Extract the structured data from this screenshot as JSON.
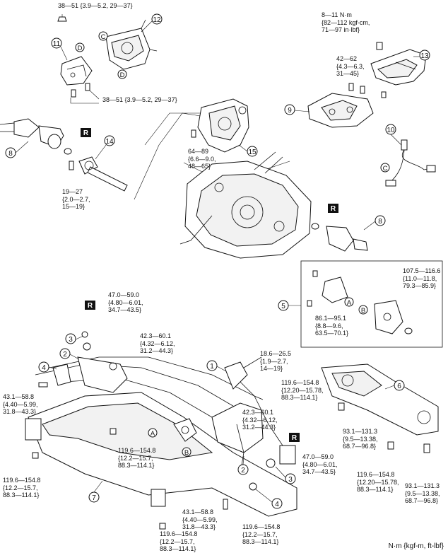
{
  "torque_specs": [
    {
      "id": "t_top_left",
      "text": "38—51 {3.9—5.2, 29—37}"
    },
    {
      "id": "t_mount_bolts",
      "text": "38—51 {3.9—5.2, 29—37}"
    },
    {
      "id": "t_top_right",
      "text": "8—11 N·m\n{82—112 kgf-cm,\n71—97 in·lbf}"
    },
    {
      "id": "t_bracket9",
      "text": "42—62\n{4.3—6.3,\n31—45}"
    },
    {
      "id": "t_shaft14",
      "text": "19—27\n{2.0—2.7,\n15—19}"
    },
    {
      "id": "t_transfer",
      "text": "64—89\n{6.6—9.0,\n48—65}"
    },
    {
      "id": "t_box_upper",
      "text": "107.5—116.6\n{11.0—11.8,\n79.3—85.9}"
    },
    {
      "id": "t_box_lower",
      "text": "86.1—95.1\n{8.8—9.6,\n63.5—70.1}"
    },
    {
      "id": "t_ball_left",
      "text": "47.0—59.0\n{4.80—6.01,\n34.7—43.5}"
    },
    {
      "id": "t_arm_left",
      "text": "42.3—60.1\n{4.32—6.12,\n31.2—44.3}"
    },
    {
      "id": "t_steering",
      "text": "18.6—26.5\n{1.9—2.7,\n14—19}"
    },
    {
      "id": "t_member_front",
      "text": "119.6—154.8\n{12.20—15.78,\n88.3—114.1}"
    },
    {
      "id": "t_link_left",
      "text": "43.1—58.8\n{4.40—5.99,\n31.8—43.3}"
    },
    {
      "id": "t_arm_right",
      "text": "42.3—60.1\n{4.32—6.12,\n31.2—44.3}"
    },
    {
      "id": "t_member_center",
      "text": "119.6—154.8\n{12.2—15.7,\n88.3—114.1}"
    },
    {
      "id": "t_ball_right",
      "text": "47.0—59.0\n{4.80—6.01,\n34.7—43.5}"
    },
    {
      "id": "t_rear_mid",
      "text": "93.1—131.3\n{9.5—13.38,\n68.7—96.8}"
    },
    {
      "id": "t_member_left",
      "text": "119.6—154.8\n{12.2—15.7,\n88.3—114.1}"
    },
    {
      "id": "t_member_rear",
      "text": "119.6—154.8\n{12.20—15.78,\n88.3—114.1}"
    },
    {
      "id": "t_rear_right",
      "text": "93.1—131.3\n{9.5—13.38,\n68.7—96.8}"
    },
    {
      "id": "t_link_right",
      "text": "43.1—58.8\n{4.40—5.99,\n31.8—43.3}"
    },
    {
      "id": "t_member_bottom_mid",
      "text": "119.6—154.8\n{12.2—15.7,\n88.3—114.1}"
    },
    {
      "id": "t_member_bottom_right",
      "text": "119.6—154.8\n{12.2—15.7,\n88.3—114.1}"
    }
  ],
  "callouts": [
    "1",
    "2",
    "3",
    "4",
    "5",
    "6",
    "7",
    "8",
    "9",
    "10",
    "11",
    "12",
    "13",
    "14",
    "15"
  ],
  "letters": [
    "A",
    "B",
    "C",
    "D"
  ],
  "replace_tag": "R",
  "unit_label": "N·m {kgf-m, ft-lbf}"
}
